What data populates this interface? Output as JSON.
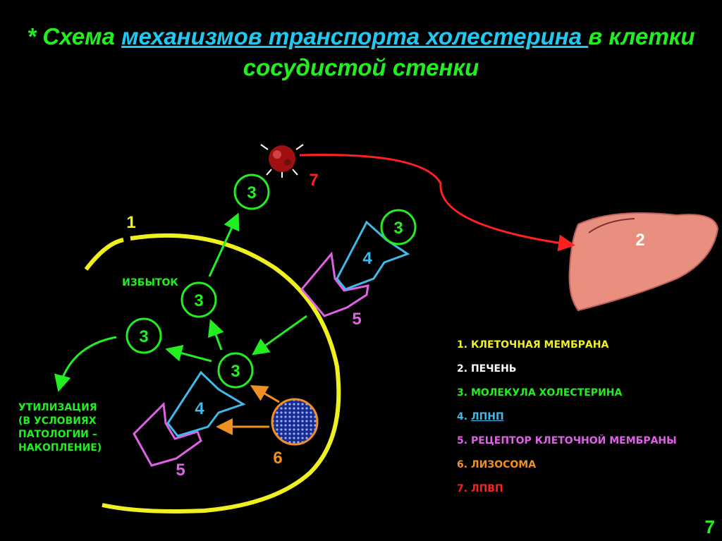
{
  "title": {
    "prefix": "*  Схема ",
    "link": "механизмов транспорта холестерина ",
    "suffix": "в клетки",
    "line2": "сосудистой стенки"
  },
  "labels": {
    "membrane": "1",
    "liver": "2",
    "cholesterol": "3",
    "ldl": "4",
    "receptor": "5",
    "lysosome": "6",
    "hdl": "7",
    "excess": "ИЗБЫТОК"
  },
  "utilization": [
    "УТИЛИЗАЦИЯ",
    "(В УСЛОВИЯХ",
    "ПАТОЛОГИИ –",
    "НАКОПЛЕНИЕ)"
  ],
  "legend": [
    {
      "num": "1. ",
      "text": "КЛЕТОЧНАЯ МЕМБРАНА",
      "color": "#f0f020"
    },
    {
      "num": "2. ",
      "text": "ПЕЧЕНЬ",
      "color": "#ffffff"
    },
    {
      "num": "3. ",
      "text": "МОЛЕКУЛА ХОЛЕСТЕРИНА",
      "color": "#22ee22"
    },
    {
      "num": "4. ",
      "text": "ЛПНП",
      "color": "#40b8e8"
    },
    {
      "num": "5. ",
      "text": "РЕЦЕПТОР КЛЕТОЧНОЙ МЕМБРАНЫ",
      "color": "#e060e8"
    },
    {
      "num": "6. ",
      "text": "ЛИЗОСОМА",
      "color": "#f09020"
    },
    {
      "num": "7. ",
      "text": "ЛПВП",
      "color": "#ff2020"
    }
  ],
  "page_number": "7"
}
